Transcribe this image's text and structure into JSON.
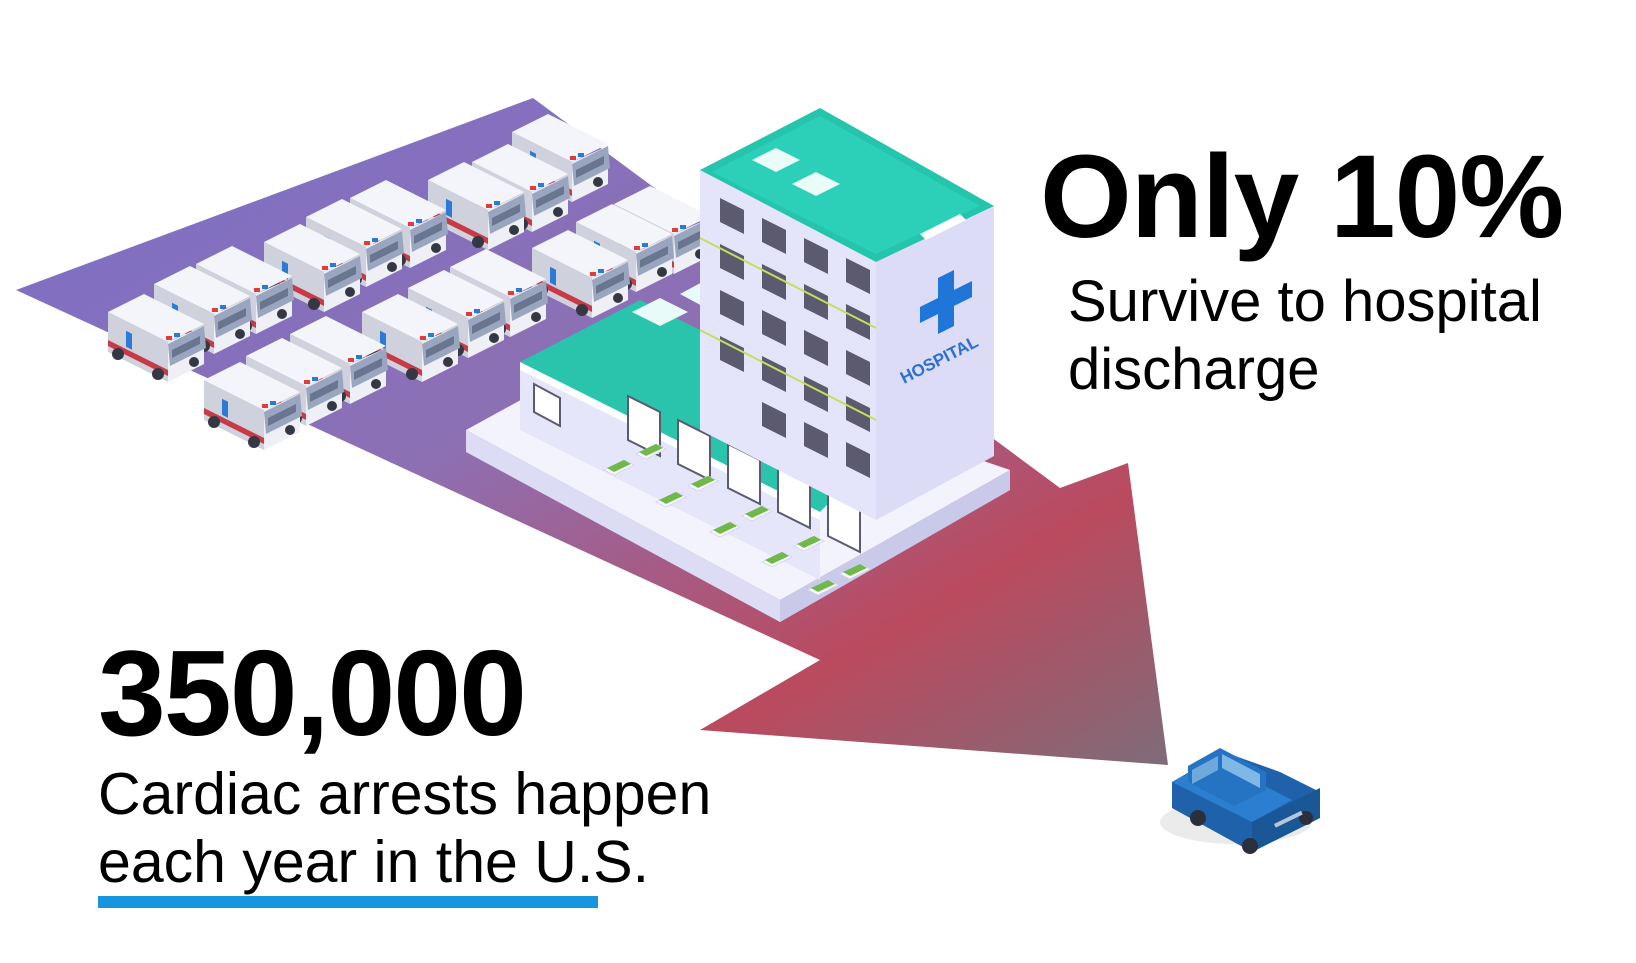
{
  "colors": {
    "arrow_start": "#7b6fc8",
    "arrow_mid": "#8d70b4",
    "arrow_end": "#ba4a5e",
    "arrow_tip": "#7e6c79",
    "roof": "#23c4ad",
    "building": "#e2e2fb",
    "cross": "#2076d8",
    "hospital_label": "#2c6fd4",
    "car": "#2574c4",
    "underline": "#1896dd"
  },
  "hospital": {
    "sign": "HOSPITAL"
  },
  "stats": {
    "top": {
      "value": "Only 10%",
      "caption_line1": "Survive to hospital",
      "caption_line2": "discharge"
    },
    "bottom": {
      "value": "350,000",
      "caption_line1": "Cardiac arrests happen",
      "caption_line2": "each year in the U.S."
    }
  },
  "icons": {
    "ambulance_fleet": "ambulance-icon",
    "hospital": "hospital-building-icon",
    "cross": "medical-cross-icon",
    "car": "car-icon",
    "arrow": "funnel-arrow-icon"
  }
}
